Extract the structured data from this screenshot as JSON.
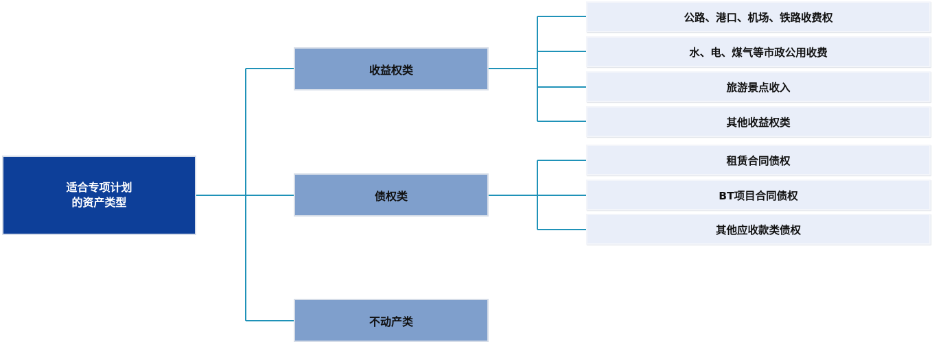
{
  "colors": {
    "root_fill": "#0d3f99",
    "category_fill": "#7f9fcc",
    "leaf_fill": "#e9eef9",
    "connector": "#1f92b8"
  },
  "root": {
    "label": "适合专项计划\n的资产类型"
  },
  "categories": [
    {
      "label": "收益权类",
      "children": [
        "公路、港口、机场、铁路收费权",
        "水、电、煤气等市政公用收费",
        "旅游景点收入",
        "其他收益权类"
      ]
    },
    {
      "label": "债权类",
      "children": [
        "租赁合同债权",
        "BT项目合同债权",
        "其他应收款类债权"
      ]
    },
    {
      "label": "不动产类",
      "children": []
    }
  ]
}
